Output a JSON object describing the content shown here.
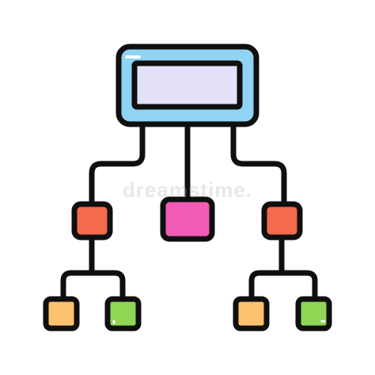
{
  "diagram": {
    "watermark": "dreamstime.",
    "colors": {
      "outline": "#0f0f0f",
      "root_frame": "#8fd3f5",
      "root_inner": "#e3e1f7",
      "level1_left": "#f5694d",
      "level1_center": "#f25cb6",
      "level1_right": "#f5694d",
      "leaf_orange": "#fcc270",
      "leaf_green": "#8ed654",
      "highlight": "#ffffff"
    },
    "nodes": [
      {
        "id": "root",
        "icon": "root-node-box"
      },
      {
        "id": "child-left",
        "icon": "child-node-box"
      },
      {
        "id": "child-center",
        "icon": "child-node-box"
      },
      {
        "id": "child-right",
        "icon": "child-node-box"
      },
      {
        "id": "leaf-1",
        "icon": "leaf-node-box"
      },
      {
        "id": "leaf-2",
        "icon": "leaf-node-box"
      },
      {
        "id": "leaf-3",
        "icon": "leaf-node-box"
      },
      {
        "id": "leaf-4",
        "icon": "leaf-node-box"
      }
    ],
    "edges": [
      {
        "from": "root",
        "to": "child-left"
      },
      {
        "from": "root",
        "to": "child-center"
      },
      {
        "from": "root",
        "to": "child-right"
      },
      {
        "from": "child-left",
        "to": "leaf-1"
      },
      {
        "from": "child-left",
        "to": "leaf-2"
      },
      {
        "from": "child-right",
        "to": "leaf-3"
      },
      {
        "from": "child-right",
        "to": "leaf-4"
      }
    ]
  }
}
